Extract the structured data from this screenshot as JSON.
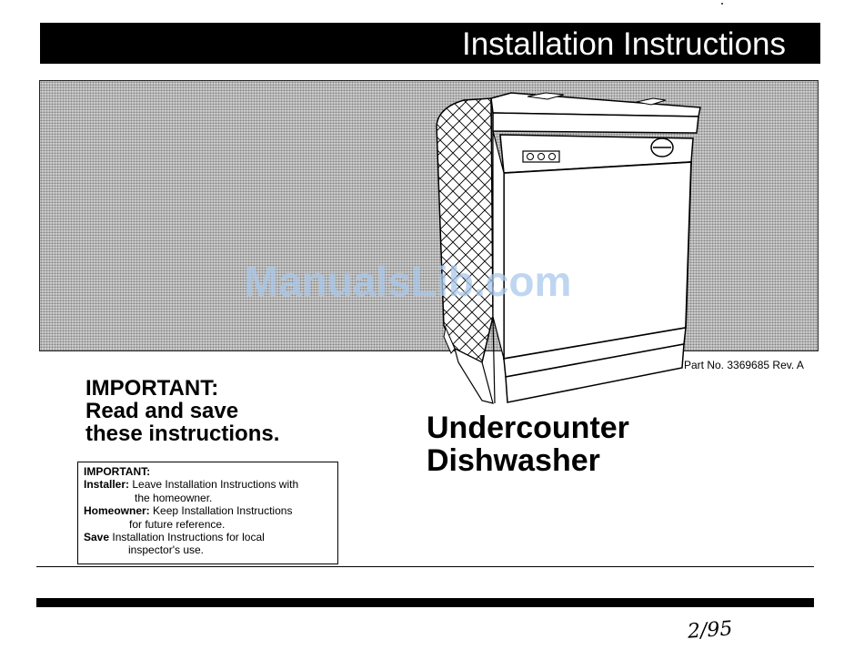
{
  "header": {
    "title": "Installation Instructions"
  },
  "illustration": {
    "watermark": "ManualsLib.com",
    "icon": "dishwasher-line-drawing"
  },
  "part_number": "Part No. 3369685 Rev. A",
  "important_heading": {
    "line1": "IMPORTANT:",
    "line2": "Read and save",
    "line3": "these instructions."
  },
  "product_title": {
    "line1": "Undercounter",
    "line2": "Dishwasher"
  },
  "notice": {
    "title": "IMPORTANT:",
    "installer_label": "Installer:",
    "installer_text1": " Leave Installation Instructions with",
    "installer_text2": "the homeowner.",
    "homeowner_label": "Homeowner:",
    "homeowner_text1": " Keep Installation Instructions",
    "homeowner_text2": "for future reference.",
    "save_label": "Save",
    "save_text1": " Installation Instructions for local",
    "save_text2": "inspector's use."
  },
  "handwritten_date": "2/95",
  "colors": {
    "header_bg": "#000000",
    "header_text": "#ffffff",
    "illustration_bg": "#c4c4c4",
    "watermark": "#aac8eb"
  }
}
